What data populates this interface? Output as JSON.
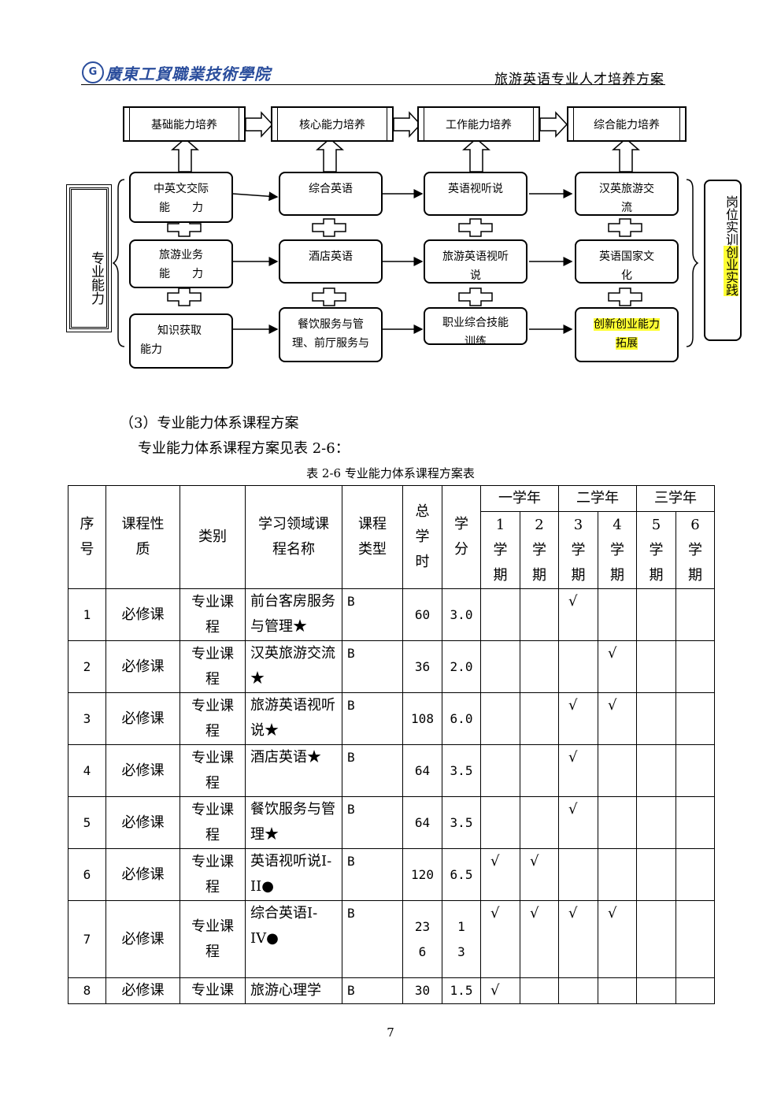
{
  "header": {
    "logo_glyph": "G",
    "school_name": "廣東工貿職業技術學院",
    "doc_title": "旅游英语专业人才培养方案"
  },
  "diagram": {
    "stages": [
      "基础能力培养",
      "核心能力培养",
      "工作能力培养",
      "综合能力培养"
    ],
    "left_label": "专业能力",
    "right_label_plain": "岗位实训",
    "right_label_highlight": "创业实践",
    "rows": [
      [
        {
          "l1": "中英文交际",
          "l2": "能　　力"
        },
        {
          "l1": "综合英语",
          "l2": ""
        },
        {
          "l1": "英语视听说",
          "l2": ""
        },
        {
          "l1": "汉英旅游交",
          "l2": "流"
        }
      ],
      [
        {
          "l1": "旅游业务",
          "l2": "能　　力"
        },
        {
          "l1": "酒店英语",
          "l2": ""
        },
        {
          "l1": "旅游英语视听",
          "l2": "说"
        },
        {
          "l1": "英语国家文",
          "l2": "化"
        }
      ],
      [
        {
          "l1": "知识获取",
          "l2": "能力"
        },
        {
          "l1": "餐饮服务与管",
          "l2": "理、前厅服务与"
        },
        {
          "l1": "职业综合技能",
          "l2": "训练"
        },
        {
          "l1": "创新创业能力",
          "l2": "拓展"
        }
      ]
    ],
    "highlight_color": "#ffff33"
  },
  "section": {
    "heading": "（3）专业能力体系课程方案",
    "para": "专业能力体系课程方案见表 2-6：",
    "caption": "表 2-6 专业能力体系课程方案表"
  },
  "table": {
    "headers": {
      "seq": "序号",
      "nature": "课程性质",
      "category": "类别",
      "course": "学习领域课程名称",
      "type": "课程类型",
      "hours": "总学时",
      "credits": "学分",
      "years": [
        "一学年",
        "二学年",
        "三学年"
      ],
      "terms": [
        "1",
        "2",
        "3",
        "4",
        "5",
        "6"
      ],
      "term_word": "学期"
    },
    "rows": [
      {
        "seq": "1",
        "nature": "必修课",
        "category": "专业课程",
        "course": "前台客房服务与管理★",
        "type": "B",
        "hours": "60",
        "credits": "3.0",
        "terms": [
          "",
          "",
          "√",
          "",
          "",
          ""
        ]
      },
      {
        "seq": "2",
        "nature": "必修课",
        "category": "专业课程",
        "course": "汉英旅游交流★",
        "type": "B",
        "hours": "36",
        "credits": "2.0",
        "terms": [
          "",
          "",
          "",
          "√",
          "",
          ""
        ]
      },
      {
        "seq": "3",
        "nature": "必修课",
        "category": "专业课程",
        "course": "旅游英语视听说★",
        "type": "B",
        "hours": "108",
        "credits": "6.0",
        "terms": [
          "",
          "",
          "√",
          "√",
          "",
          ""
        ]
      },
      {
        "seq": "4",
        "nature": "必修课",
        "category": "专业课程",
        "course": "酒店英语★",
        "type": "B",
        "hours": "64",
        "credits": "3.5",
        "terms": [
          "",
          "",
          "√",
          "",
          "",
          ""
        ]
      },
      {
        "seq": "5",
        "nature": "必修课",
        "category": "专业课程",
        "course": "餐饮服务与管理★",
        "type": "B",
        "hours": "64",
        "credits": "3.5",
        "terms": [
          "",
          "",
          "√",
          "",
          "",
          ""
        ]
      },
      {
        "seq": "6",
        "nature": "必修课",
        "category": "专业课程",
        "course": "英语视听说I-II●",
        "type": "B",
        "hours": "120",
        "credits": "6.5",
        "terms": [
          "√",
          "√",
          "",
          "",
          "",
          ""
        ]
      },
      {
        "seq": "7",
        "nature": "必修课",
        "category": "专业课程",
        "course": "综合英语I-IV●",
        "type": "B",
        "hours": "236",
        "credits": "13",
        "terms": [
          "√",
          "√",
          "√",
          "√",
          "",
          ""
        ]
      },
      {
        "seq": "8",
        "nature": "必修课",
        "category": "专业课",
        "course": "旅游心理学",
        "type": "B",
        "hours": "30",
        "credits": "1.5",
        "terms": [
          "√",
          "",
          "",
          "",
          "",
          ""
        ]
      }
    ]
  },
  "page_number": "7"
}
